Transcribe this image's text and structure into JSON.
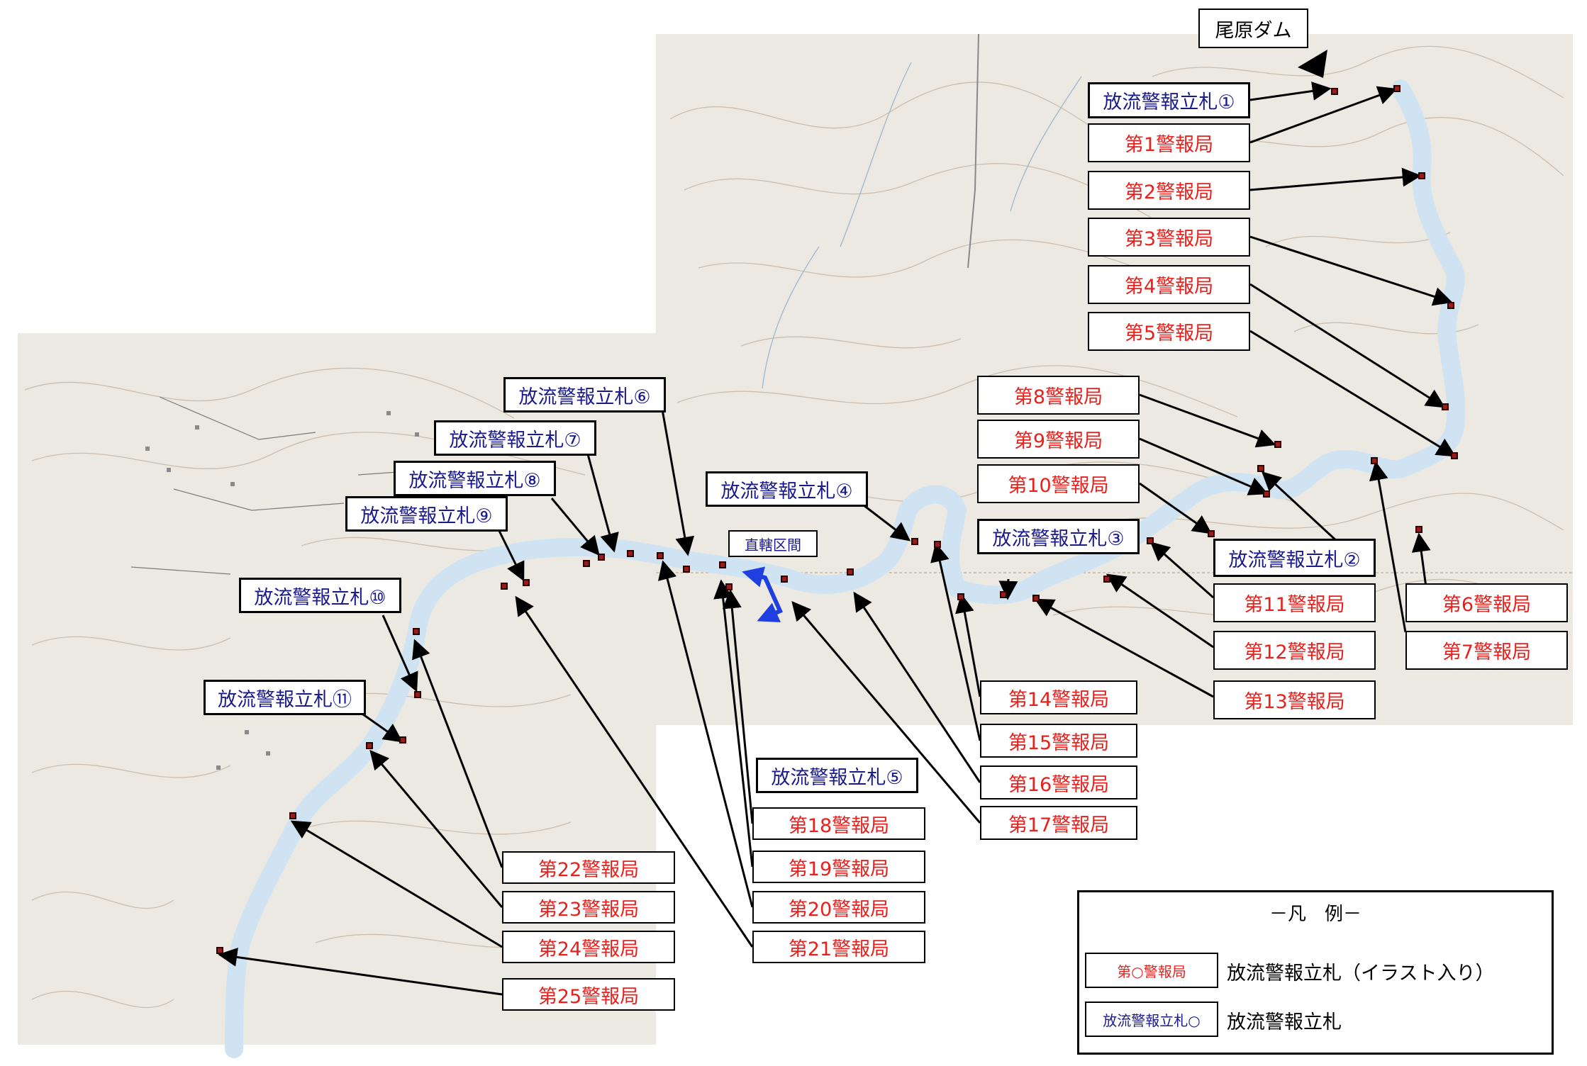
{
  "colors": {
    "station": "#e8211d",
    "sign": "#1a1a8c",
    "river": "#cfe3f2",
    "marker": "#9b1b1b",
    "arrow": "#000000",
    "section": "#1f3fe0"
  },
  "dam": {
    "label": "尾原ダム"
  },
  "section_label": "直轄区間",
  "stations": [
    "第1警報局",
    "第2警報局",
    "第3警報局",
    "第4警報局",
    "第5警報局",
    "第6警報局",
    "第7警報局",
    "第8警報局",
    "第9警報局",
    "第10警報局",
    "第11警報局",
    "第12警報局",
    "第13警報局",
    "第14警報局",
    "第15警報局",
    "第16警報局",
    "第17警報局",
    "第18警報局",
    "第19警報局",
    "第20警報局",
    "第21警報局",
    "第22警報局",
    "第23警報局",
    "第24警報局",
    "第25警報局"
  ],
  "signs": [
    "放流警報立札①",
    "放流警報立札②",
    "放流警報立札③",
    "放流警報立札④",
    "放流警報立札⑤",
    "放流警報立札⑥",
    "放流警報立札⑦",
    "放流警報立札⑧",
    "放流警報立札⑨",
    "放流警報立札⑩",
    "放流警報立札⑪"
  ],
  "legend": {
    "title": "－凡　例－",
    "station_sample": "第○警報局",
    "station_desc": "放流警報立札（イラスト入り）",
    "sign_sample": "放流警報立札○",
    "sign_desc": "放流警報立札"
  }
}
